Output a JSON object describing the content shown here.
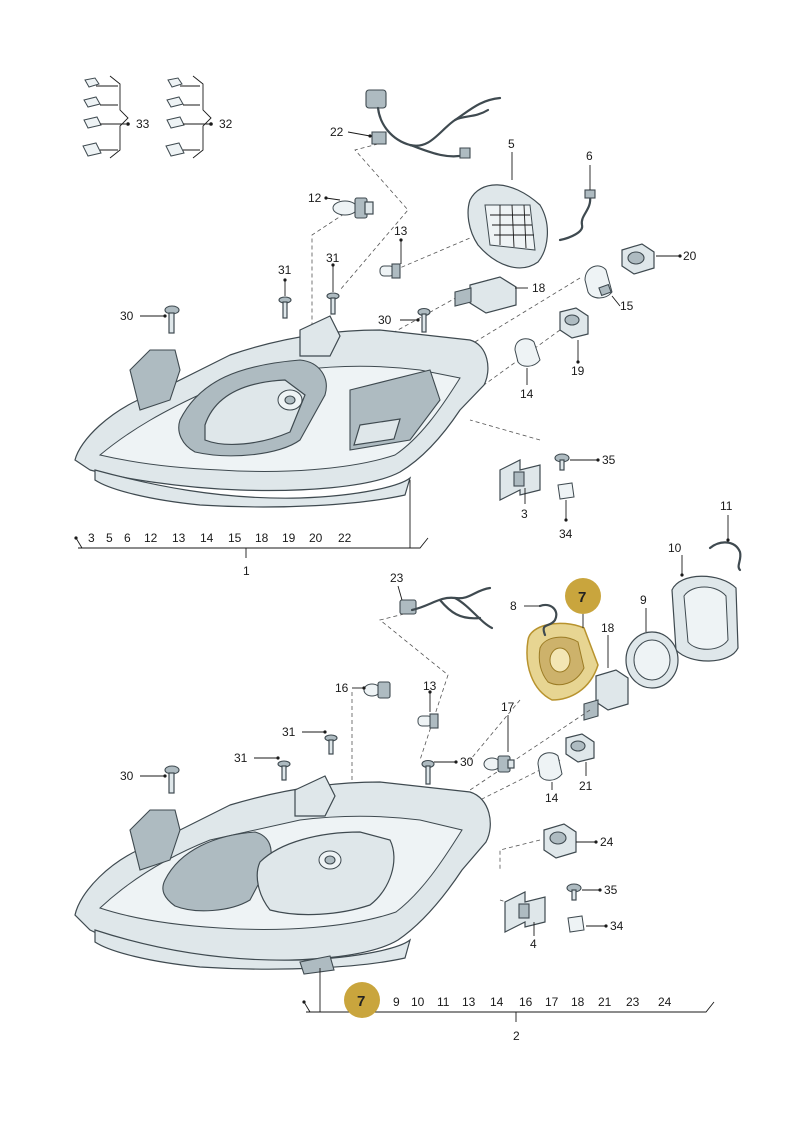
{
  "labels": {
    "p1": "1",
    "p2": "2",
    "p3a": "3",
    "p4": "4",
    "p5": "5",
    "p6": "6",
    "p7": "7",
    "p8": "8",
    "p9": "9",
    "p10": "10",
    "p11": "11",
    "p12": "12",
    "p13a": "13",
    "p13b": "13",
    "p14a": "14",
    "p14b": "14",
    "p15": "15",
    "p16": "16",
    "p17": "17",
    "p18a": "18",
    "p18b": "18",
    "p19": "19",
    "p20": "20",
    "p21": "21",
    "p22": "22",
    "p23": "23",
    "p24": "24",
    "p30a": "30",
    "p30b": "30",
    "p30c": "30",
    "p30d": "30",
    "p31a": "31",
    "p31b": "31",
    "p31c": "31",
    "p32": "32",
    "p33": "33",
    "p34a": "34",
    "p34b": "34",
    "p35a": "35",
    "p35b": "35",
    "badge_top": "7",
    "badge_bottom": "7"
  },
  "assembly1_list": [
    "3",
    "5",
    "6",
    "12",
    "13",
    "14",
    "15",
    "18",
    "19",
    "20",
    "22"
  ],
  "assembly2_list": [
    "9",
    "10",
    "11",
    "13",
    "14",
    "16",
    "17",
    "18",
    "21",
    "23",
    "24"
  ],
  "colors": {
    "highlight": "#c9a53d",
    "part": "#dfe7ea",
    "outline": "#3f4a50"
  }
}
